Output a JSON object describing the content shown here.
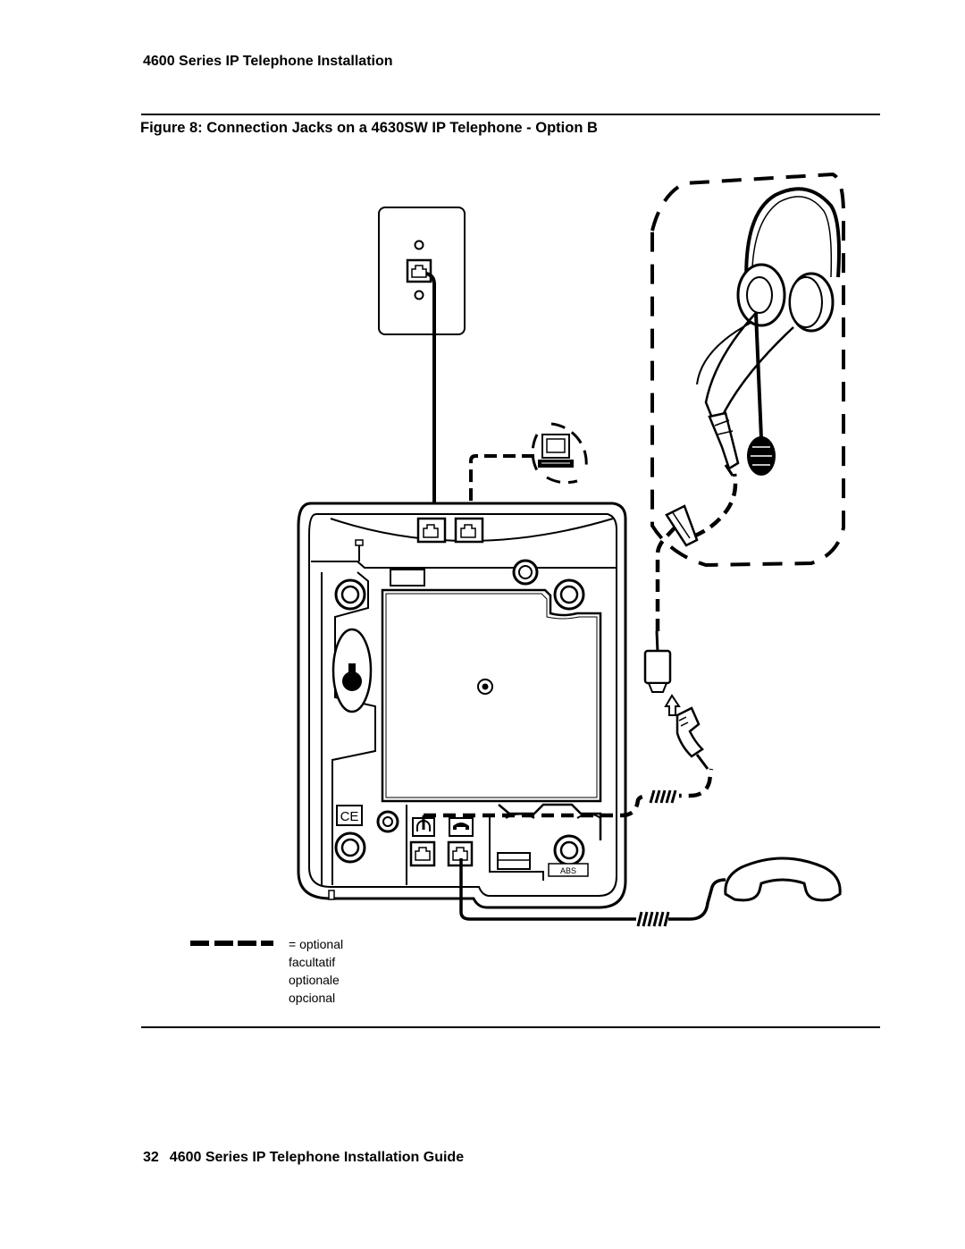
{
  "header": {
    "title": "4600 Series IP Telephone Installation"
  },
  "figure": {
    "caption": "Figure 8: Connection Jacks on a 4630SW IP Telephone - Option B",
    "jack_label": "ABS",
    "legend": {
      "symbol": "=",
      "labels": [
        "optional",
        "facultatif",
        "optionale",
        "opcional"
      ]
    }
  },
  "footer": {
    "page_number": "32",
    "guide_title": "4600 Series IP Telephone Installation Guide"
  }
}
